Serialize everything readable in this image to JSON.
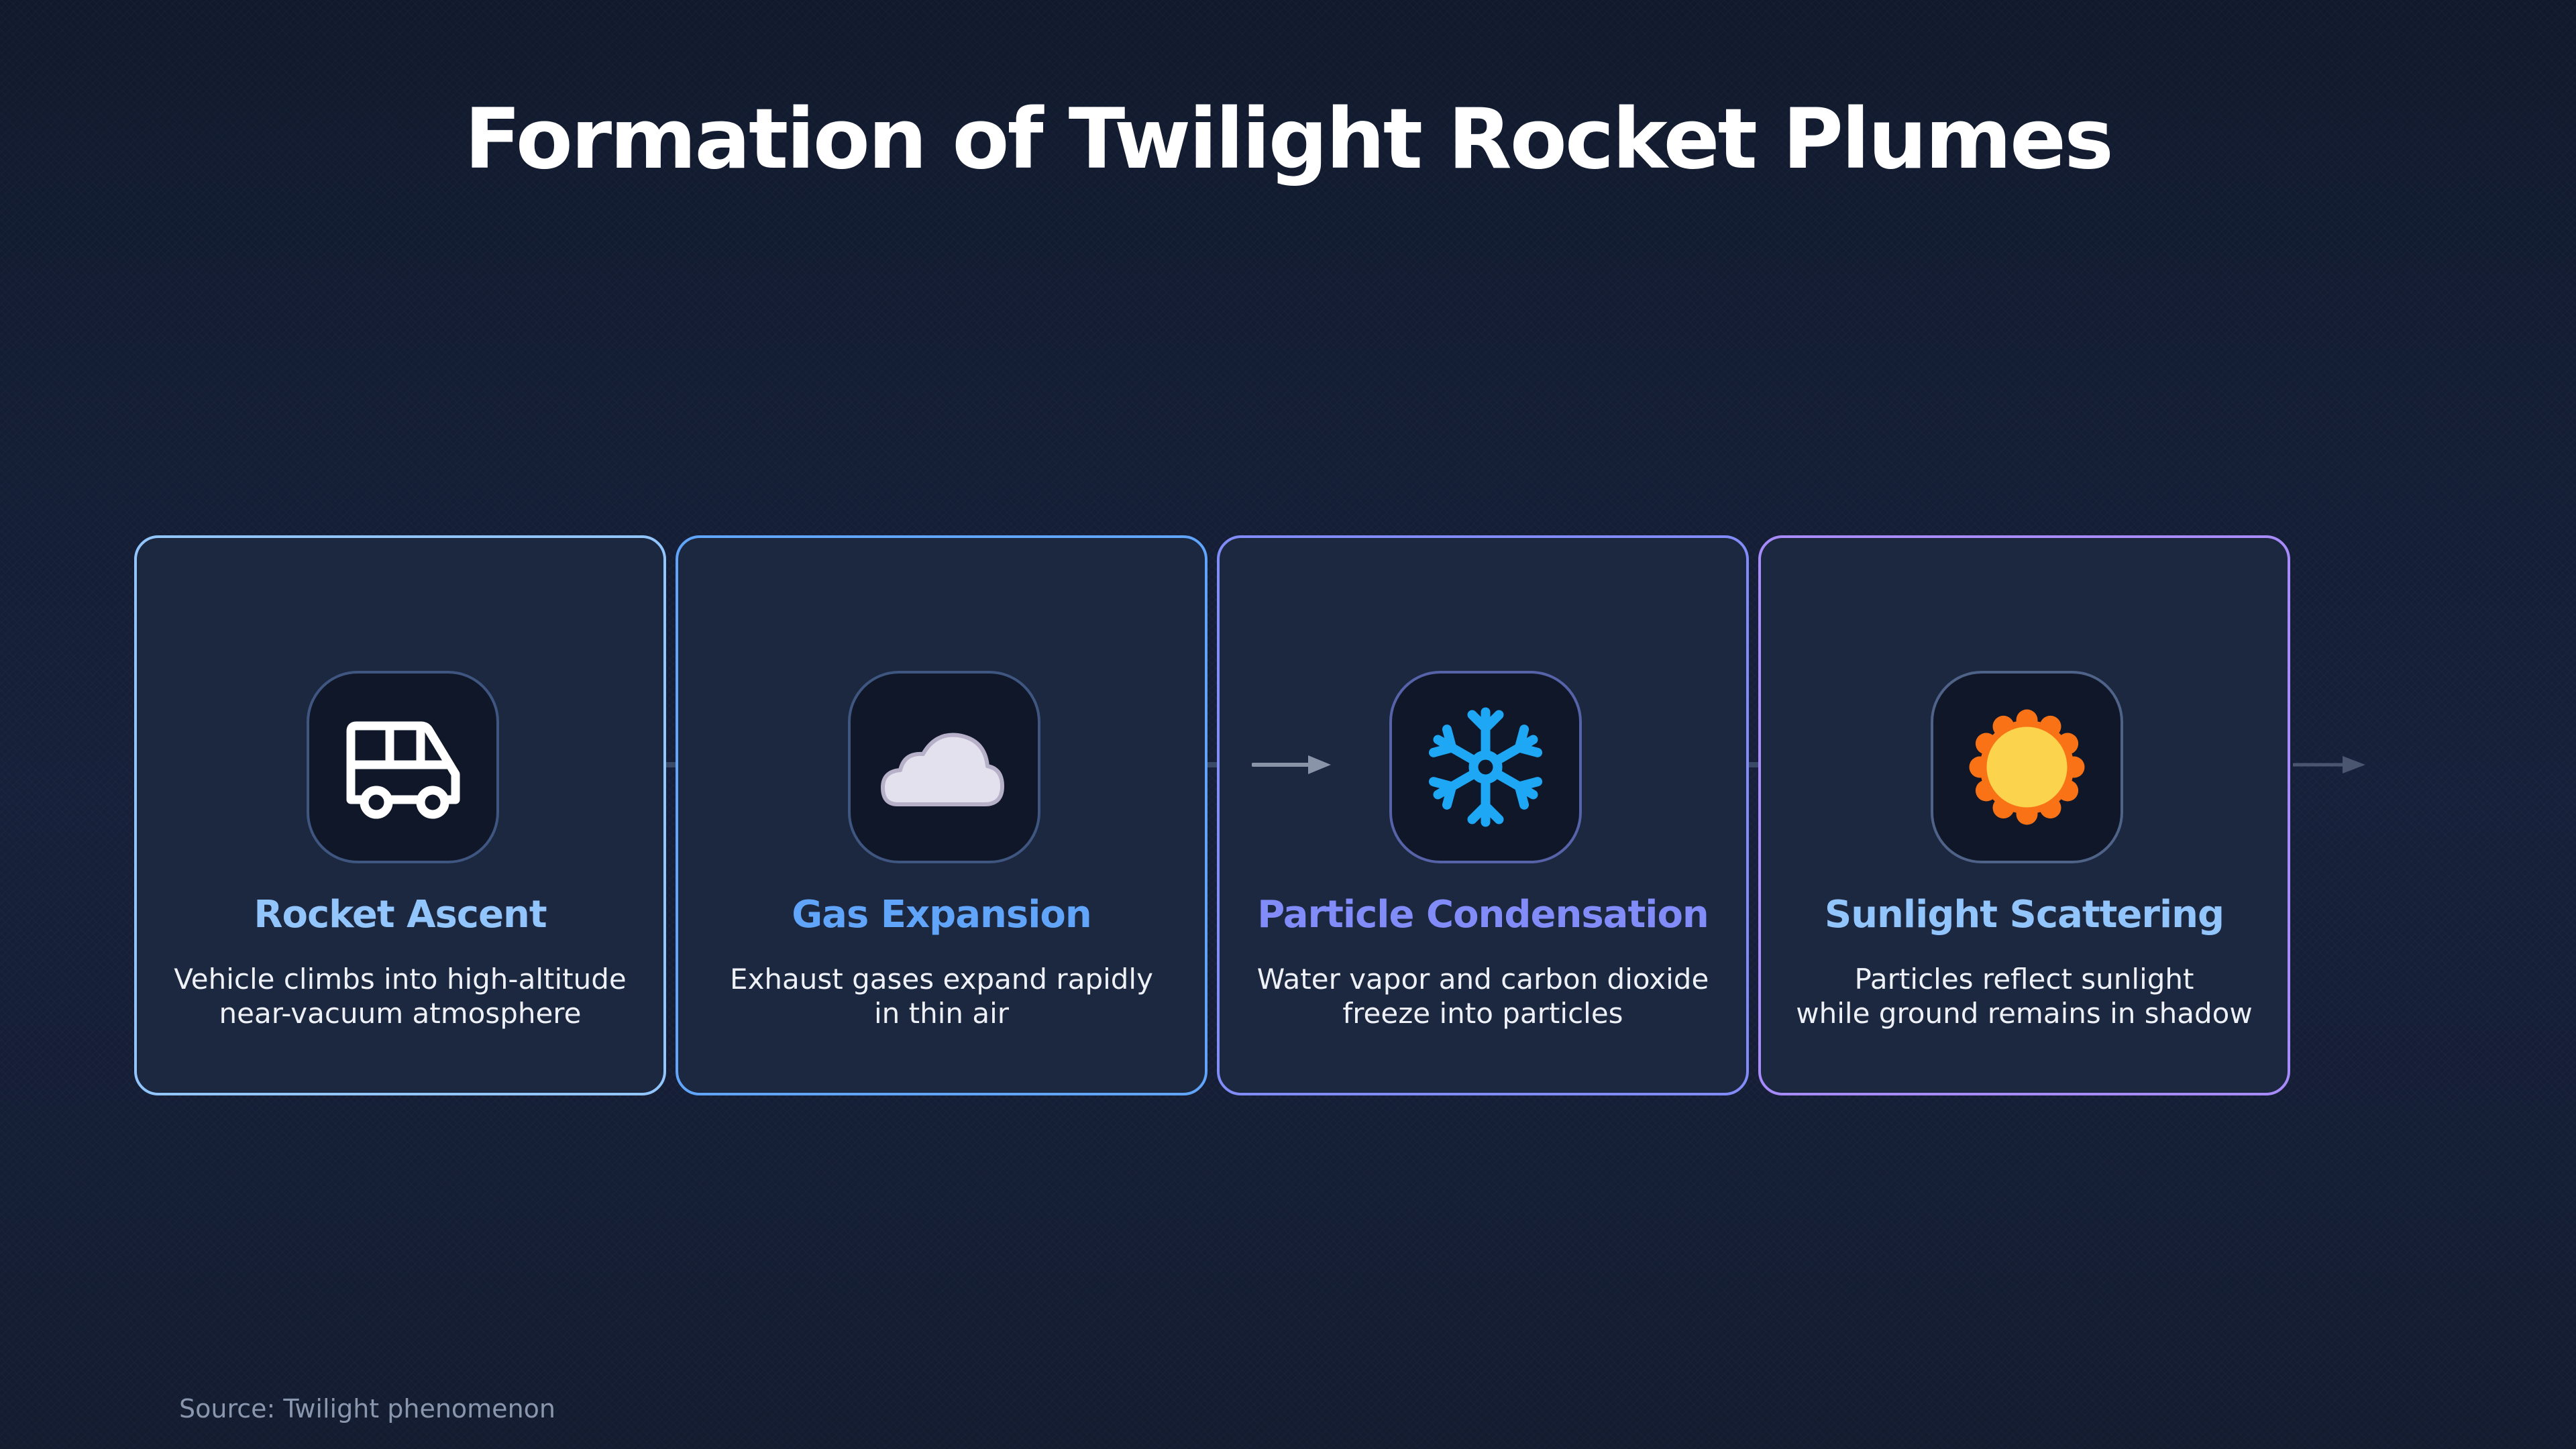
{
  "title": "Formation of Twilight Rocket Plumes",
  "steps": [
    {
      "title": "Rocket Ascent",
      "desc_line1": "Vehicle climbs into high-altitude",
      "desc_line2": "near-vacuum atmosphere",
      "icon": "van-icon",
      "color": "#93c5fd"
    },
    {
      "title": "Gas Expansion",
      "desc_line1": "Exhaust gases expand rapidly",
      "desc_line2": "in thin air",
      "icon": "cloud-icon",
      "color": "#60a5fa"
    },
    {
      "title": "Particle Condensation",
      "desc_line1": "Water vapor and carbon dioxide",
      "desc_line2": "freeze into particles",
      "icon": "snowflake-icon",
      "color": "#818cf8"
    },
    {
      "title": "Sunlight Scattering",
      "desc_line1": "Particles reflect sunlight",
      "desc_line2": "while ground remains in shadow",
      "icon": "sun-icon",
      "color": "#a78bfa"
    }
  ],
  "source": "Source: Twilight phenomenon"
}
